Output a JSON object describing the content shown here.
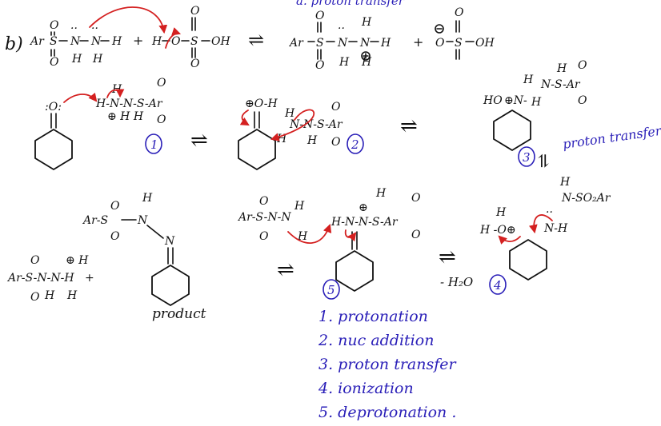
{
  "header": {
    "part_label": "b)",
    "top_partial": "a. proton transfer"
  },
  "reaction_top": {
    "left_reactant": "Ar-S-N-N-H",
    "plus1": "+",
    "acid": "H-O-S-OH",
    "equilibrium": "⇌",
    "right_product": "Ar-S-N-N-H",
    "plus2": "+",
    "bisulfate": "O-S-OH"
  },
  "step_numbers": [
    "1",
    "2",
    "3",
    "4",
    "5"
  ],
  "labels": {
    "proton_transfer": "proton transfer",
    "minus_water": "- H₂O",
    "product": "product",
    "nso2ar": "N-SO₂Ar"
  },
  "steps": [
    "1. protonation",
    "2. nuc addition",
    "3. proton transfer",
    "4. ionization",
    "5. deprotonation ."
  ],
  "colors": {
    "ink": "#111111",
    "arrow": "#d42020",
    "annotation": "#2a1fb8"
  }
}
